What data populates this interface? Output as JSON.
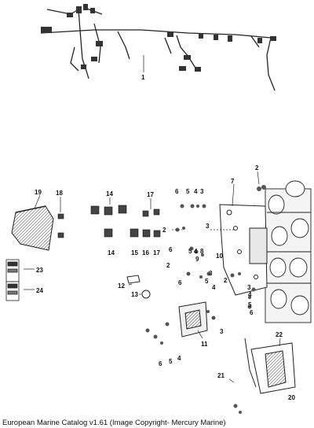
{
  "caption": "European Marine Catalog v1.61 (Image Copyright- Mercury Marine)",
  "callouts": {
    "c1": "1",
    "c2a": "2",
    "c2b": "2",
    "c2c": "2",
    "c2d": "2",
    "c3a": "3",
    "c3b": "3",
    "c3c": "3",
    "c3d": "3",
    "c3e": "3",
    "c4a": "4",
    "c4b": "4",
    "c4c": "4",
    "c4d": "4",
    "c4e": "4",
    "c5a": "5",
    "c5b": "5",
    "c5c": "5",
    "c5d": "5",
    "c5e": "5",
    "c6a": "6",
    "c6b": "6",
    "c6c": "6",
    "c6d": "6",
    "c6e": "6",
    "c7": "7",
    "c8": "8",
    "c9": "9",
    "c10": "10",
    "c11": "11",
    "c12": "12",
    "c13": "13",
    "c14a": "14",
    "c14b": "14",
    "c15": "15",
    "c16": "16",
    "c17a": "17",
    "c17b": "17",
    "c18": "18",
    "c19": "19",
    "c20": "20",
    "c21": "21",
    "c22": "22",
    "c23": "23",
    "c24": "24"
  }
}
